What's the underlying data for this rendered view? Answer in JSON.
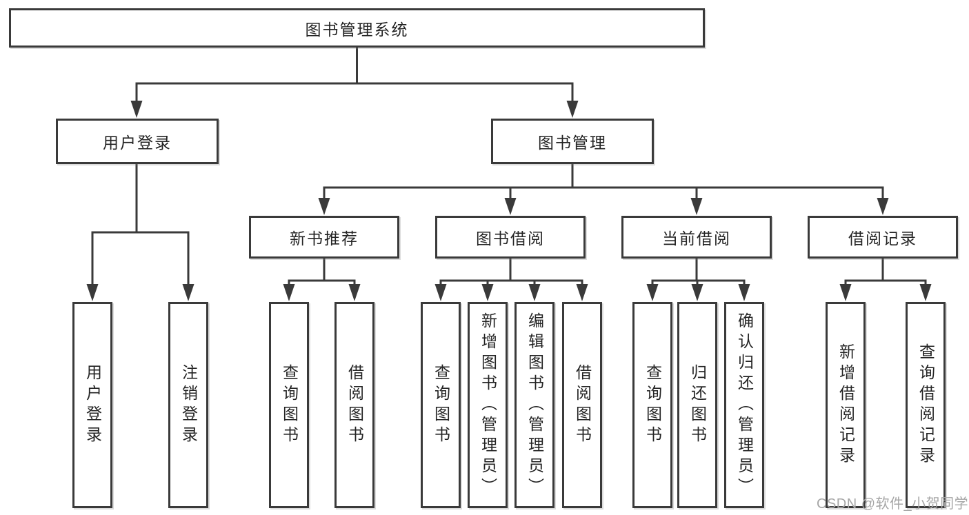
{
  "tree": {
    "label": "图书管理系统",
    "children": [
      {
        "label": "用户登录",
        "children": [
          {
            "label": "用户登录"
          },
          {
            "label": "注销登录"
          }
        ]
      },
      {
        "label": "图书管理",
        "children": [
          {
            "label": "新书推荐",
            "children": [
              {
                "label": "查询图书"
              },
              {
                "label": "借阅图书"
              }
            ]
          },
          {
            "label": "图书借阅",
            "children": [
              {
                "label": "查询图书"
              },
              {
                "label": "新增图书（管理员）"
              },
              {
                "label": "编辑图书（管理员）"
              },
              {
                "label": "借阅图书"
              }
            ]
          },
          {
            "label": "当前借阅",
            "children": [
              {
                "label": "查询图书"
              },
              {
                "label": "归还图书"
              },
              {
                "label": "确认归还（管理员）"
              }
            ]
          },
          {
            "label": "借阅记录",
            "children": [
              {
                "label": "新增借阅记录"
              },
              {
                "label": "查询借阅记录"
              }
            ]
          }
        ]
      }
    ]
  },
  "watermark": {
    "text": "CSDN @软件_小贺同学"
  },
  "colors": {
    "line": "#3a3a3a",
    "box_border": "#3a3a3a",
    "box_fill": "#ffffff",
    "text": "#242424",
    "watermark": "#a6a6a6",
    "background": "#ffffff"
  }
}
